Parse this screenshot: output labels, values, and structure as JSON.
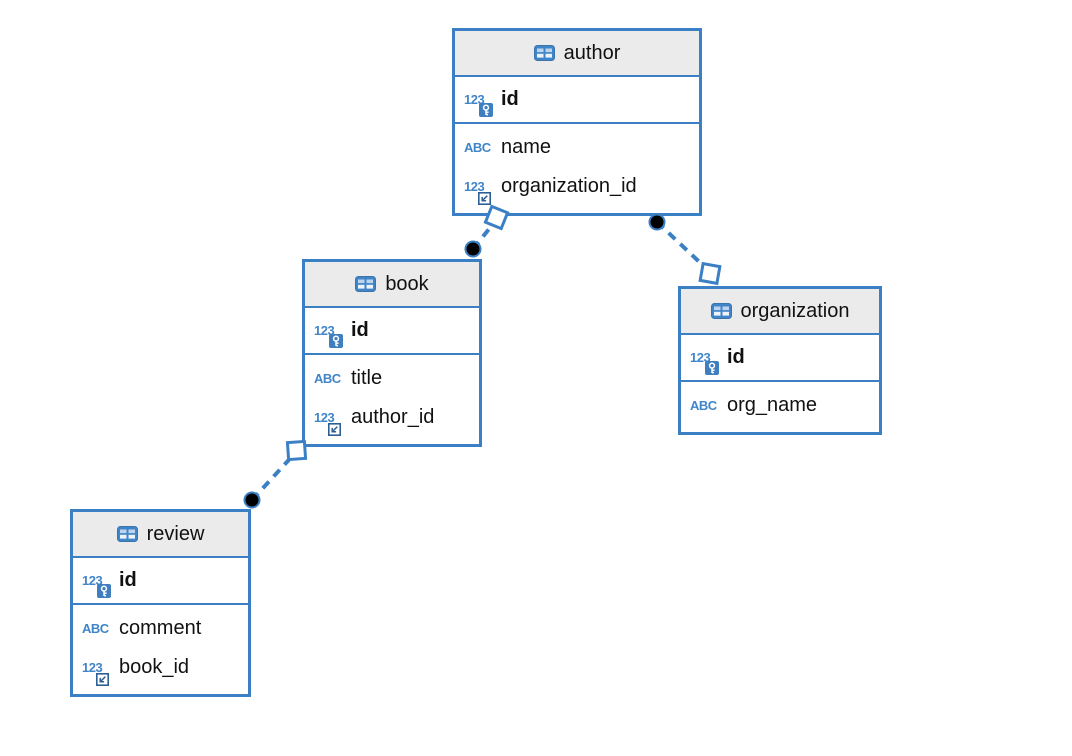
{
  "diagram": {
    "type": "entity-relationship-diagram",
    "colors": {
      "accent_blue": "#3b80c4",
      "icon_blue": "#4185c9",
      "header_background": "#ebebeb",
      "body_background": "#ffffff",
      "text": "#111111",
      "relationship_dot": "#000000"
    },
    "icon_labels": {
      "numeric": "123",
      "text": "ABC"
    },
    "entities": [
      {
        "name": "author",
        "fields": [
          {
            "name": "id",
            "type": "numeric",
            "key": "primary"
          },
          {
            "name": "name",
            "type": "text",
            "key": null
          },
          {
            "name": "organization_id",
            "type": "numeric",
            "key": "foreign"
          }
        ]
      },
      {
        "name": "book",
        "fields": [
          {
            "name": "id",
            "type": "numeric",
            "key": "primary"
          },
          {
            "name": "title",
            "type": "text",
            "key": null
          },
          {
            "name": "author_id",
            "type": "numeric",
            "key": "foreign"
          }
        ]
      },
      {
        "name": "organization",
        "fields": [
          {
            "name": "id",
            "type": "numeric",
            "key": "primary"
          },
          {
            "name": "org_name",
            "type": "text",
            "key": null
          }
        ]
      },
      {
        "name": "review",
        "fields": [
          {
            "name": "id",
            "type": "numeric",
            "key": "primary"
          },
          {
            "name": "comment",
            "type": "text",
            "key": null
          },
          {
            "name": "book_id",
            "type": "numeric",
            "key": "foreign"
          }
        ]
      }
    ],
    "relationships": [
      {
        "dot_end": "book",
        "square_end": "author",
        "line_style": "dashed",
        "dot_marker": "filled-black-dot",
        "square_marker": "open-square"
      },
      {
        "dot_end": "author",
        "square_end": "organization",
        "line_style": "dashed",
        "dot_marker": "filled-black-dot",
        "square_marker": "open-square"
      },
      {
        "dot_end": "review",
        "square_end": "book",
        "line_style": "dashed",
        "dot_marker": "filled-black-dot",
        "square_marker": "open-square"
      }
    ]
  }
}
